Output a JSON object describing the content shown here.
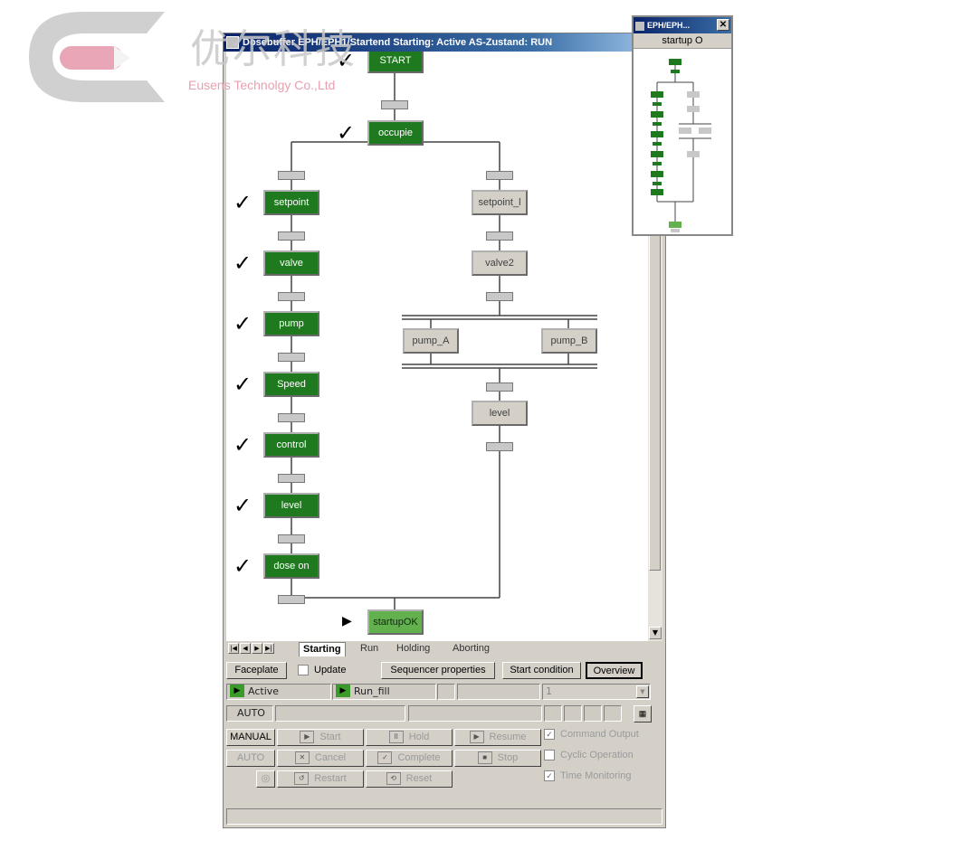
{
  "watermark": {
    "cn": "优尔科技",
    "en": "Eusens Technolgy Co.,Ltd"
  },
  "main_window": {
    "title": "Dosebuffer EPH/EPH1/Startend Starting: Active   AS-Zustand: RUN"
  },
  "steps": {
    "start": "START",
    "occupie": "occupie",
    "setpoint": "setpoint",
    "valve": "valve",
    "pump": "pump",
    "speed": "Speed",
    "control": "control",
    "level_left": "level",
    "dose_on": "dose on",
    "setpoint_r": "setpoint_l",
    "valve2": "valve2",
    "pump_a": "pump_A",
    "pump_b": "pump_B",
    "level_right": "level",
    "startup_ok": "startupOK"
  },
  "marks": {
    "check": "✓",
    "current": "▶"
  },
  "tabs": [
    "Starting",
    "Run",
    "Holding",
    "Aborting"
  ],
  "toolbar": {
    "faceplate": "Faceplate",
    "update": "Update",
    "sequencer_properties": "Sequencer properties",
    "start_condition": "Start condition",
    "overview": "Overview"
  },
  "status": {
    "state": "Active",
    "step": "Run_fill",
    "dropdown": "1",
    "mode": "AUTO"
  },
  "commands": {
    "manual": "MANUAL",
    "auto": "AUTO",
    "start": "Start",
    "hold": "Hold",
    "resume": "Resume",
    "cancel": "Cancel",
    "complete": "Complete",
    "stop": "Stop",
    "restart": "Restart",
    "reset": "Reset"
  },
  "options": {
    "command_output": "Command Output",
    "cyclic_operation": "Cyclic Operation",
    "time_monitoring": "Time Monitoring"
  },
  "overview_window": {
    "title": "EPH/EPH...",
    "subtitle": "startup O"
  },
  "colors": {
    "active_step": "#1f7a1f",
    "current_step": "#63b04f",
    "inactive_step": "#d4d0c8",
    "title_bar": "#0a246a"
  }
}
